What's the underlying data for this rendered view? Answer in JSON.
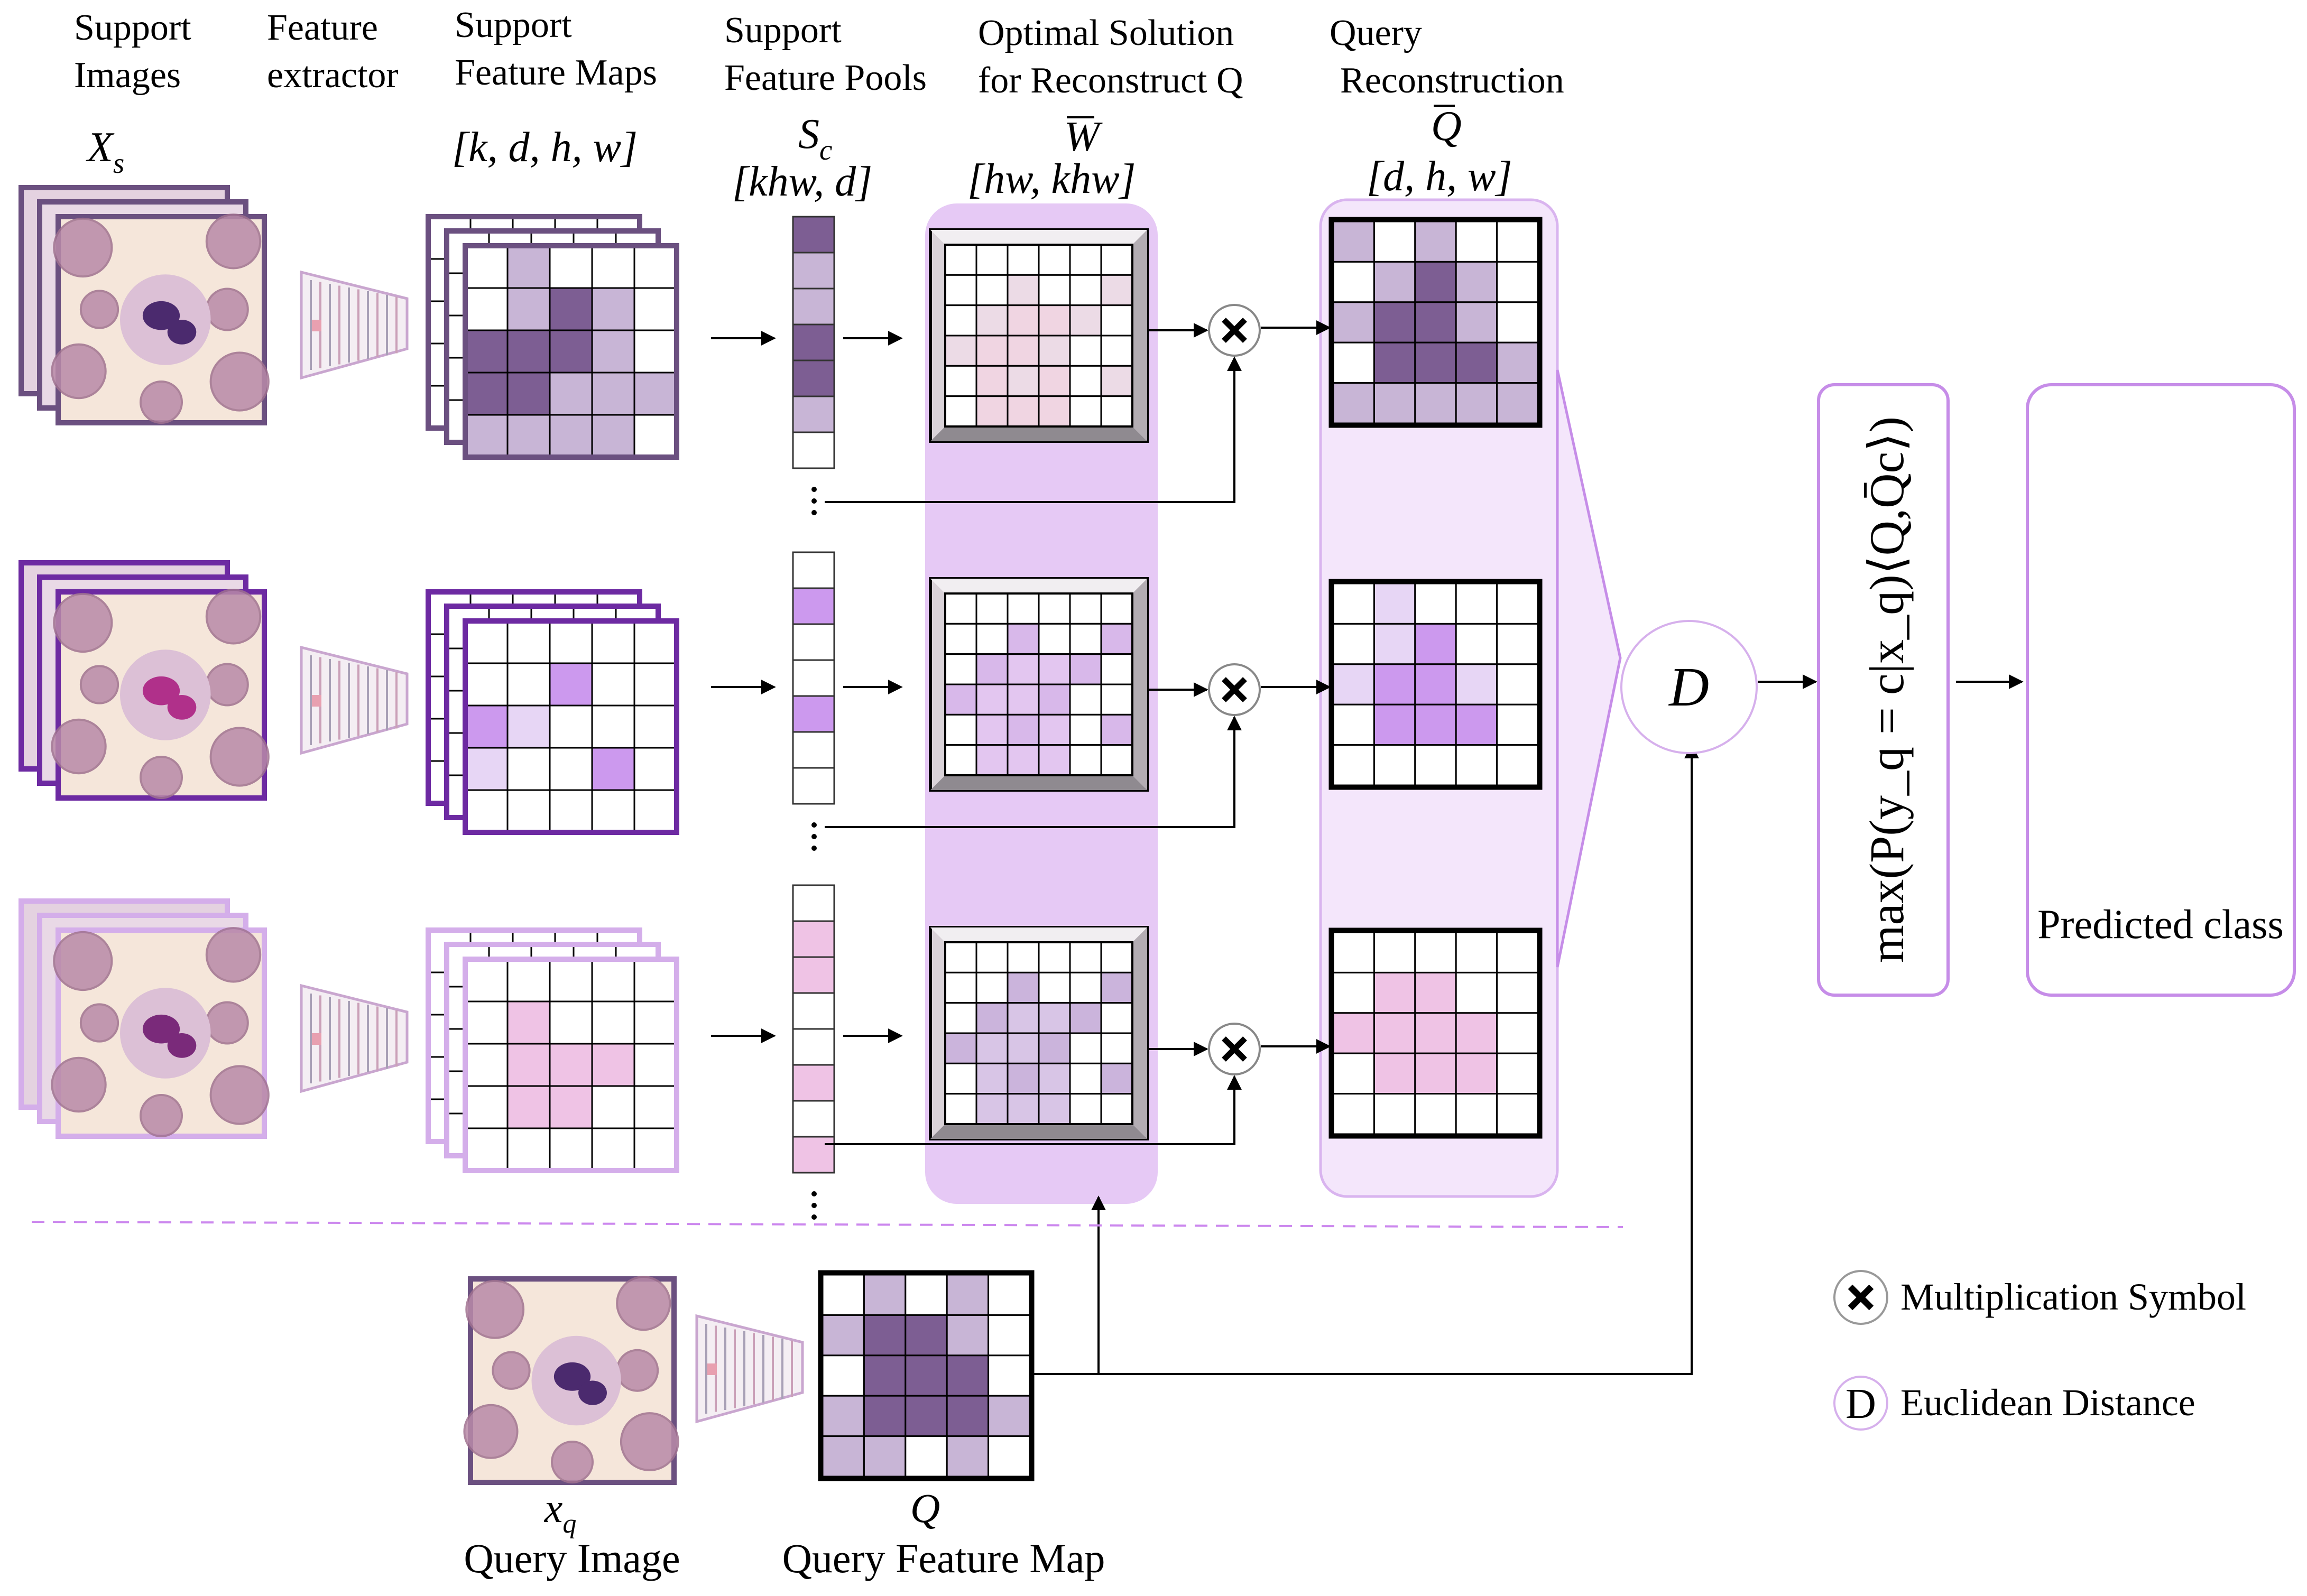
{
  "headers": {
    "support_images": [
      "Support",
      "Images"
    ],
    "feature_extractor": [
      "Feature",
      "extractor"
    ],
    "support_feature_maps": [
      "Support",
      "Feature Maps"
    ],
    "support_feature_pools": [
      "Support",
      "Feature Pools"
    ],
    "optimal_solution": [
      "Optimal Solution",
      "for Reconstruct Q"
    ],
    "query_reconstruction": [
      "Query",
      "Reconstruction"
    ]
  },
  "symbols": {
    "xs": "X",
    "xs_sub": "s",
    "maps_shape": "[k, d, h, w]",
    "sc": "S",
    "sc_sub": "c",
    "pools_shape": "[khw, d]",
    "wbar": "W",
    "w_shape": "[hw, khw]",
    "qbar": "Q",
    "q_shape": "[d, h, w]",
    "distance": "D",
    "xq": "x",
    "xq_sub": "q",
    "q": "Q"
  },
  "objective": "max(P(y_q = c|x_q)⟨Q,Q̄c⟩)",
  "predicted_class": "Predicted class",
  "query": {
    "image_label": "Query Image",
    "map_label": "Query Feature Map"
  },
  "legend": {
    "multiplication": "Multiplication Symbol",
    "distance_symbol": "D",
    "distance": "Euclidean Distance"
  },
  "colors": {
    "class1_border": "#6b5080",
    "class1_dark": "#7d5e93",
    "class1_mid": "#c8b5d6",
    "class2_border": "#6d2aa2",
    "class2_mid": "#cc99ee",
    "class2_light": "#e7d6f5",
    "class3_border": "#d4aeea",
    "class3_mid": "#efc3e5",
    "panel_w": "#e6c9f5",
    "panel_q": "#f4e6fb"
  }
}
